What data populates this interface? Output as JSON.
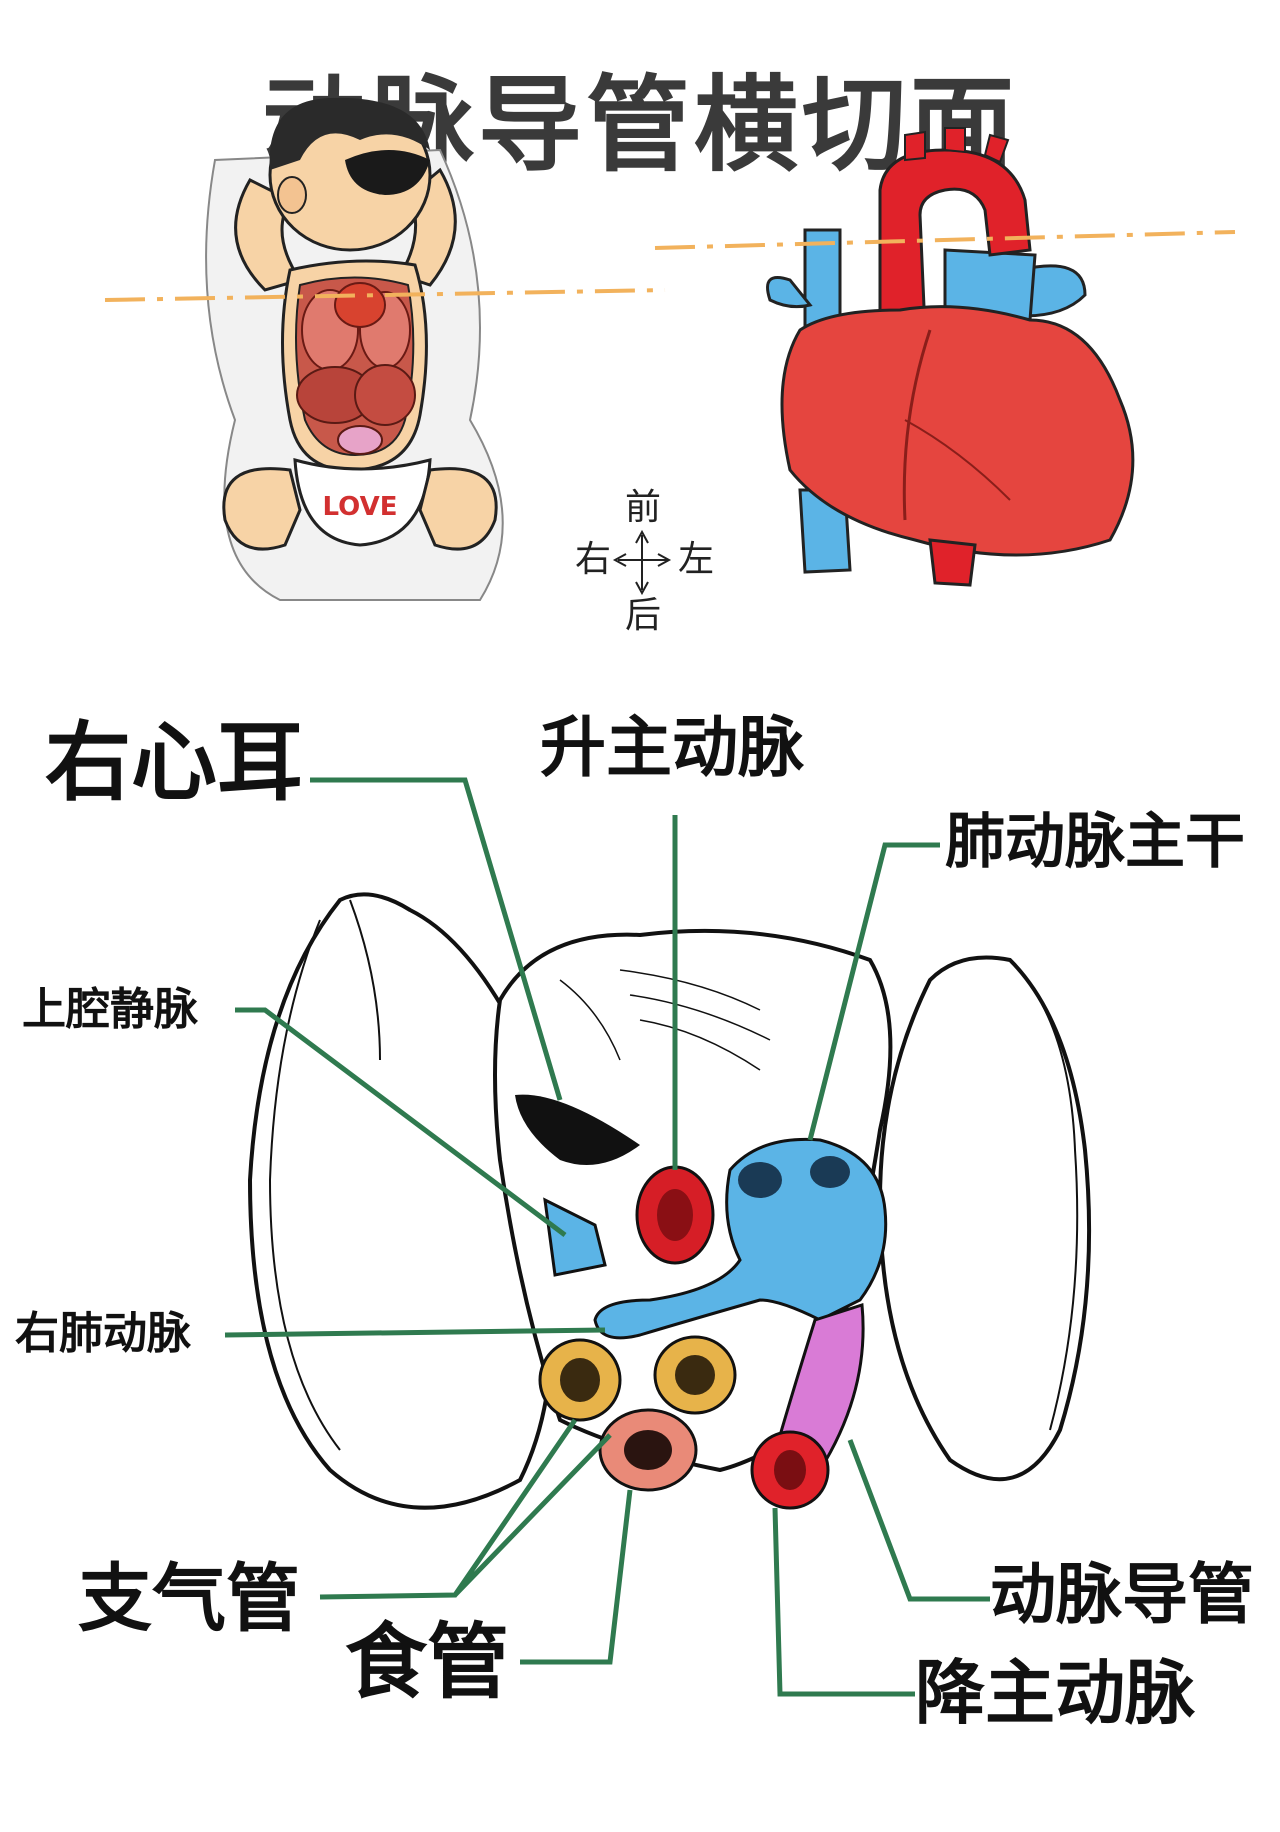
{
  "title": "动脉导管横切面",
  "orientation": {
    "front": "前",
    "back": "后",
    "right": "右",
    "left": "左"
  },
  "baby_diaper_text": "LOVE",
  "labels": {
    "right_auricle": "右心耳",
    "ascending_aorta": "升主动脉",
    "pulmonary_trunk": "肺动脉主干",
    "superior_vena_cava": "上腔静脉",
    "right_pulmonary_artery": "右肺动脉",
    "bronchi": "支气管",
    "esophagus": "食管",
    "ductus_arteriosus": "动脉导管",
    "descending_aorta": "降主动脉"
  },
  "colors": {
    "leader_line": "#2f7a4f",
    "cut_line": "#f2b25c",
    "aorta_red": "#e0222a",
    "vessel_blue": "#5bb4e6",
    "heart_red": "#e5453f",
    "duct_pink": "#d97bd6",
    "bronchus_yellow": "#e7b34a",
    "esophagus_salmon": "#e98a78"
  }
}
